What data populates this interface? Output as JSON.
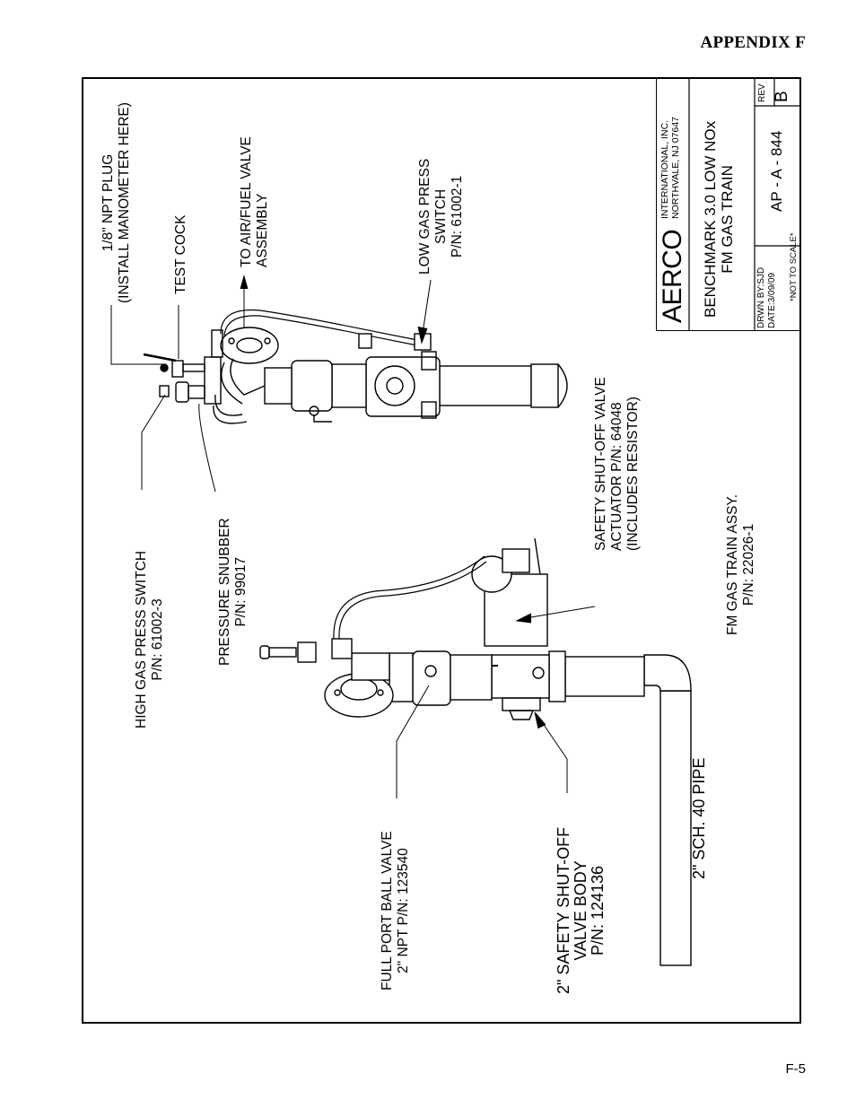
{
  "header": {
    "appendix_label": "APPENDIX F",
    "page_number": "F-5"
  },
  "title_block": {
    "company_logo": "AERCO",
    "company_line1": "INTERNATIONAL, INC.",
    "company_line2": "NORTHVALE, NJ 07647",
    "title_line1": "BENCHMARK 3.0 LOW NOx",
    "title_line2": "FM GAS TRAIN",
    "drawn_by": "DRWN BY:SJD",
    "date": "DATE:3/09/09",
    "scale_note": "*NOT TO SCALE*",
    "drawing_number": "AP - A - 844",
    "rev_label": "REV",
    "rev_value": "B"
  },
  "callouts": {
    "npt_plug": {
      "line1": "1/8\" NPT PLUG",
      "line2": "(INSTALL MANOMETER HERE)"
    },
    "test_cock": {
      "line1": "TEST COCK"
    },
    "to_valve": {
      "line1": "TO AIR/FUEL VALVE",
      "line2": "ASSEMBLY"
    },
    "low_gas": {
      "line1": "LOW GAS PRESS",
      "line2": "SWITCH",
      "line3": "P/N: 61002-1"
    },
    "high_gas": {
      "line1": "HIGH GAS PRESS SWITCH",
      "line2": "P/N: 61002-3"
    },
    "snubber": {
      "line1": "PRESSURE SNUBBER",
      "line2": "P/N: 99017"
    },
    "actuator": {
      "line1": "SAFETY SHUT-OFF VALVE",
      "line2": "ACTUATOR P/N: 64048",
      "line3": "(INCLUDES RESISTOR)"
    },
    "fm_assy": {
      "line1": "FM GAS TRAIN ASSY.",
      "line2": "P/N: 22026-1"
    },
    "ball_valve": {
      "line1": "FULL PORT BALL VALVE",
      "line2": "2\" NPT P/N: 123540"
    },
    "pipe": {
      "line1": "2\" SCH. 40 PIPE"
    },
    "ssov_body": {
      "line1": "2\" SAFETY SHUT-OFF",
      "line2": "VALVE BODY",
      "line3": "P/N: 124136"
    }
  }
}
